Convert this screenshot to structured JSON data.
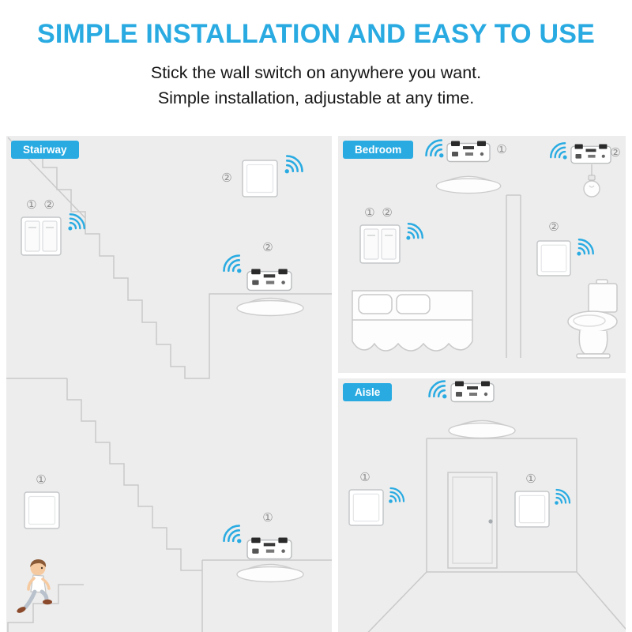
{
  "header": {
    "title": "SIMPLE INSTALLATION AND EASY TO USE",
    "subtitle_line1": "Stick the wall switch on anywhere you want.",
    "subtitle_line2": "Simple installation,  adjustable at any time."
  },
  "colors": {
    "accent": "#29abe2",
    "panel_background": "#ededed",
    "line_art": "#c9c9c9",
    "marker_text": "#8f8f8f"
  },
  "icons": {
    "wifi": "wifi-signal-icon",
    "ceiling_light": "ceiling-light-illustration",
    "receiver": "wireless-receiver-illustration",
    "wall_switch": "wall-switch-illustration",
    "pendant_bulb": "pendant-bulb-illustration",
    "person": "walking-person-illustration"
  },
  "panels": {
    "stairway": {
      "label": "Stairway",
      "markers": {
        "upper_switch": "① ②",
        "top_right_switch": "②",
        "mid_ceiling": "②",
        "lower_ceiling": "①",
        "lower_switch": "①"
      }
    },
    "bedroom": {
      "label": "Bedroom",
      "markers": {
        "ceiling_receiver": "①",
        "pendant_receiver": "②",
        "double_switch": "① ②",
        "single_switch": "②"
      }
    },
    "aisle": {
      "label": "Aisle",
      "markers": {
        "left_switch": "①",
        "right_switch": "①"
      }
    }
  }
}
